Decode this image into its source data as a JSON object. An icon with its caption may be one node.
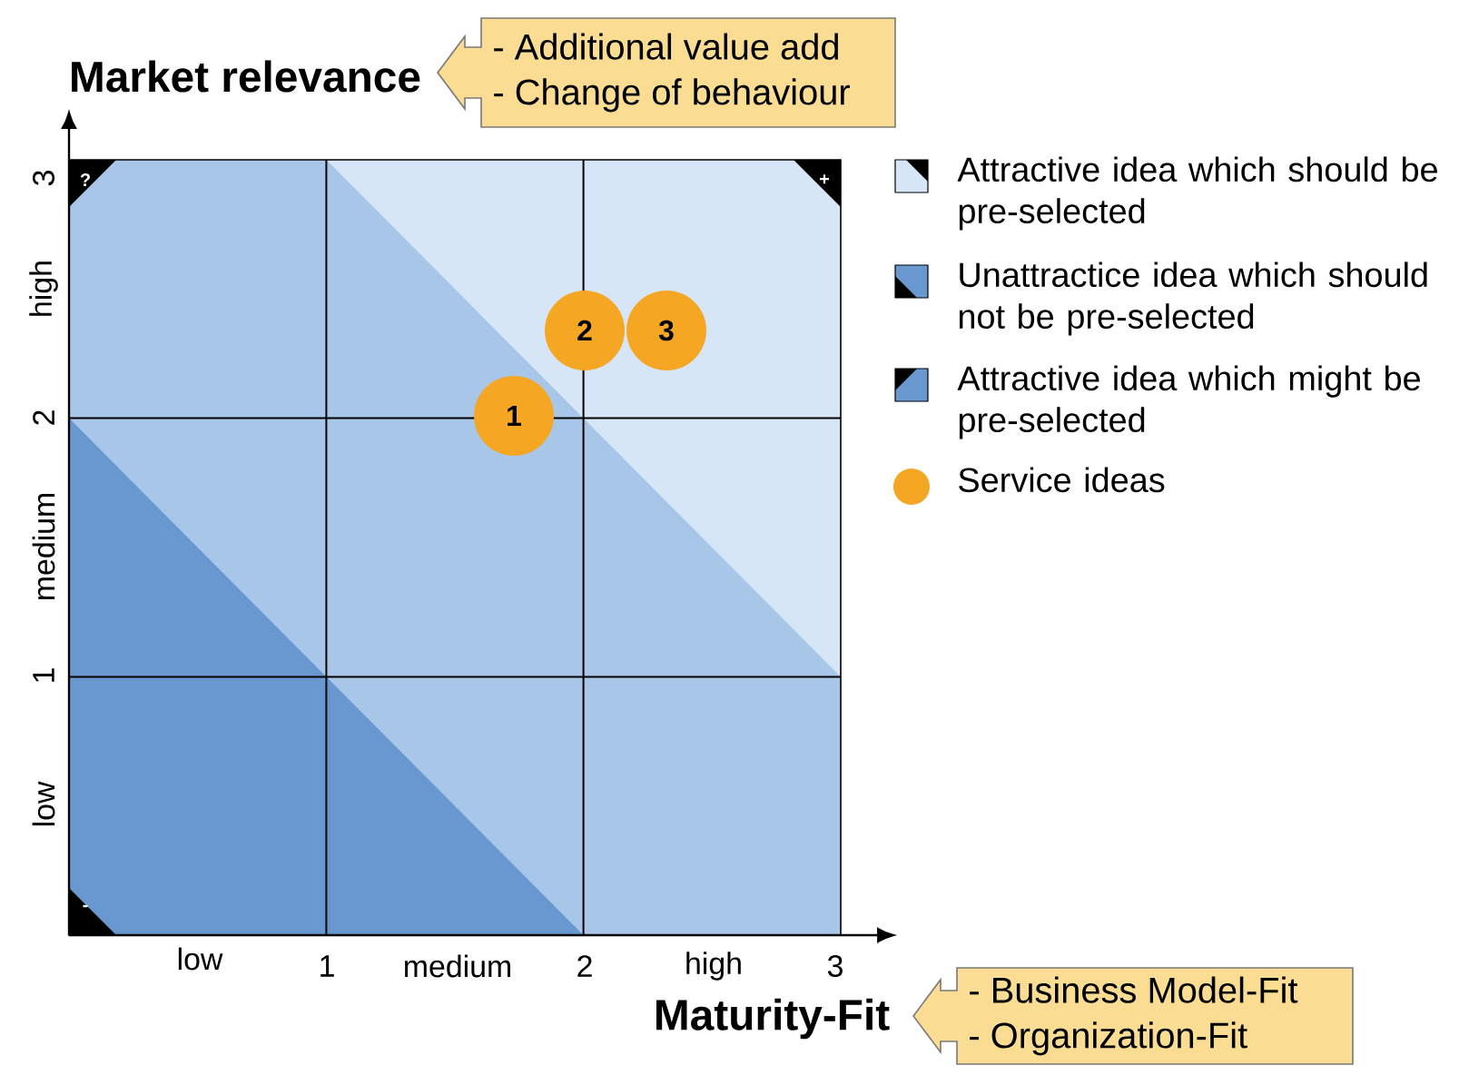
{
  "diagram": {
    "nodes": [
      {
        "text": [
          "- Additional value add",
          "- Change of behaviour"
        ]
      },
      {
        "text": [
          "2"
        ]
      },
      {
        "text": [
          "3"
        ]
      },
      {
        "text": [
          "1"
        ]
      },
      {
        "text": [
          "- Business Model-Fit",
          "- Organization-Fit"
        ]
      }
    ],
    "labels": [
      "Market relevance",
      "Maturity-Fit",
      "3",
      "high",
      "2",
      "medium",
      "1",
      "low",
      "low",
      "1",
      "medium",
      "2",
      "high",
      "3",
      "?",
      "+",
      "-"
    ],
    "legend": [
      {
        "text": "Attractive idea which should be pre-selected"
      },
      {
        "text": "Unattractice idea which should not be pre-selected"
      },
      {
        "text": "Attractive idea which might be pre-selected"
      },
      {
        "text": "Service ideas",
        "color": "#f5a623"
      }
    ]
  }
}
